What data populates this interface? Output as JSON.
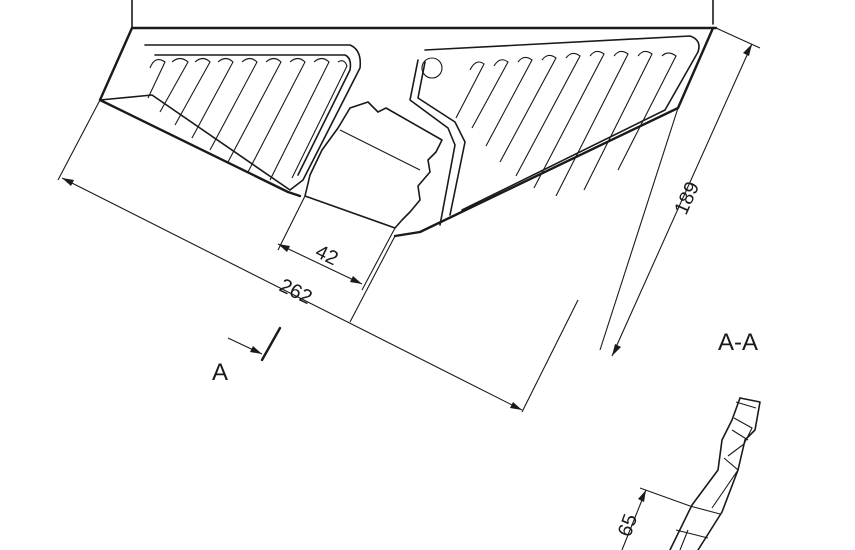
{
  "dimensions": {
    "overall_length": "262",
    "height": "189",
    "slot_width": "42",
    "section_depth": "65"
  },
  "section_marker": {
    "label": "A",
    "section_title": "A-A"
  }
}
